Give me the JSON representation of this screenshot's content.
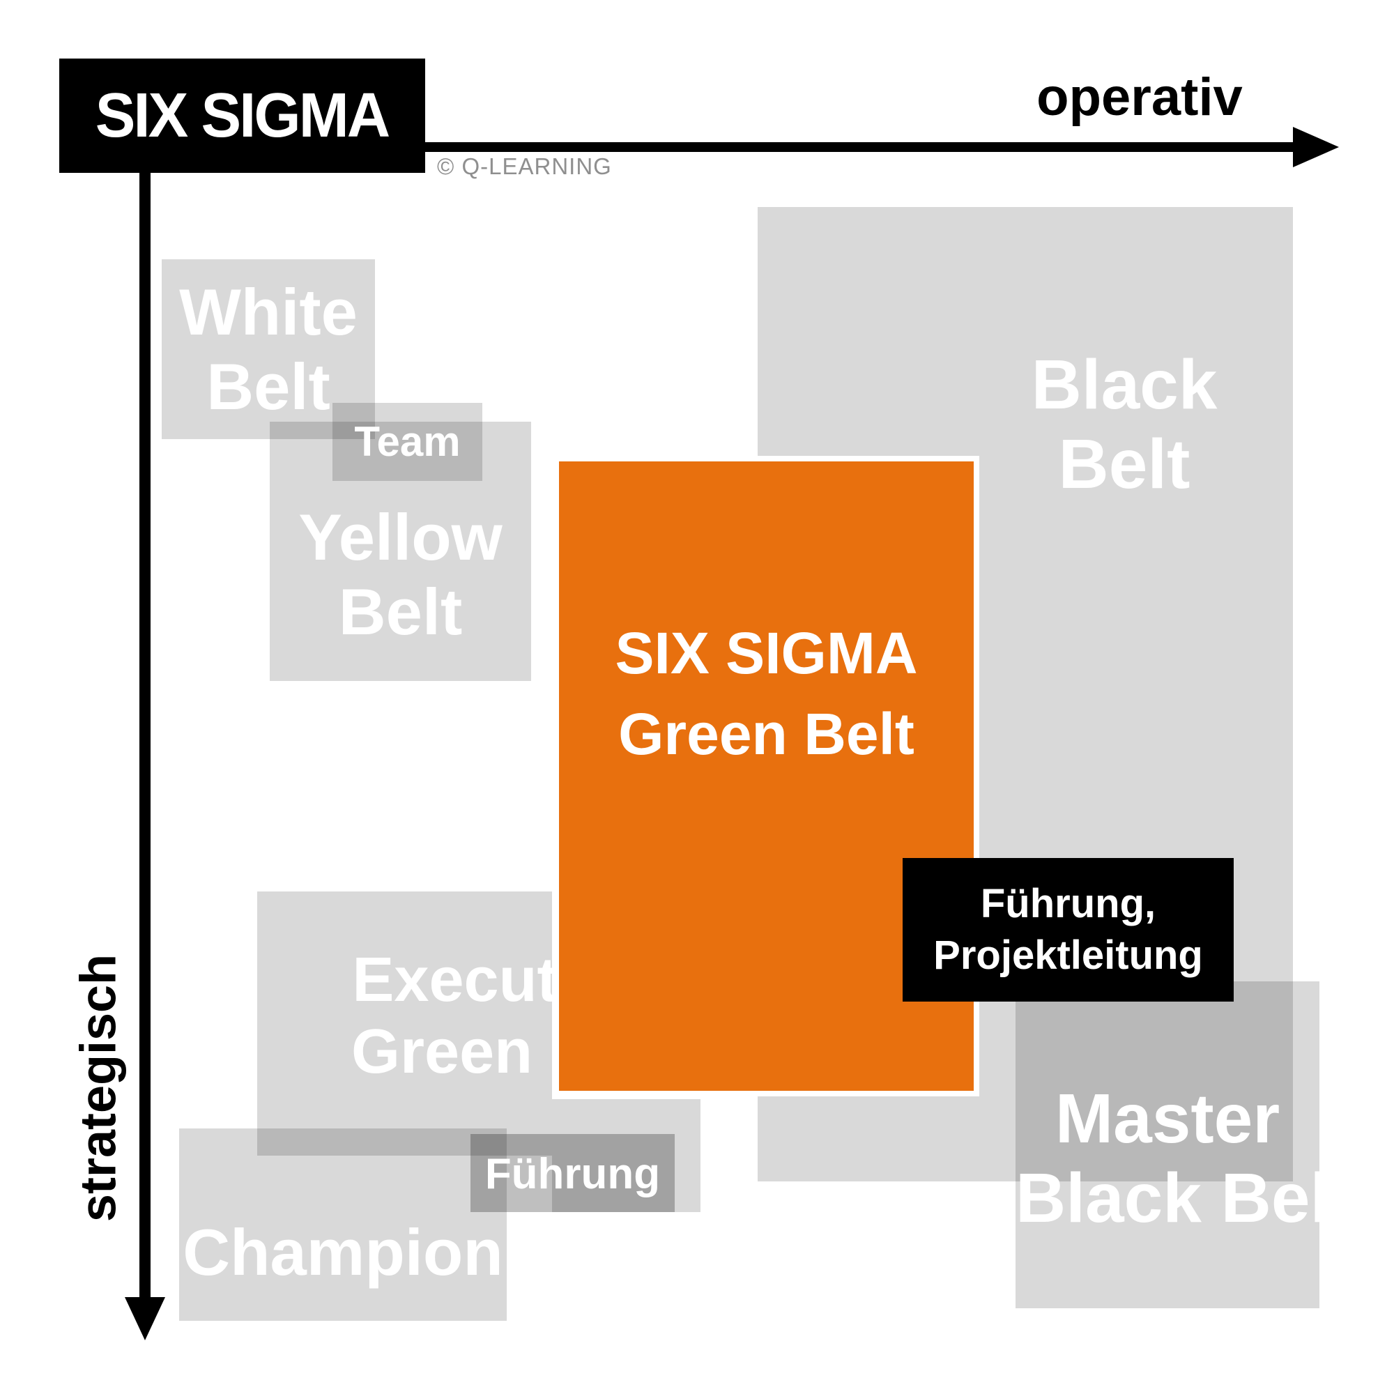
{
  "header": {
    "title": "SIX SIGMA",
    "copyright": "© Q-LEARNING"
  },
  "axes": {
    "horizontal_label": "operativ",
    "vertical_label": "strategisch"
  },
  "belts": {
    "white": {
      "line1": "White",
      "line2": "Belt"
    },
    "team": {
      "label": "Team"
    },
    "yellow": {
      "line1": "Yellow",
      "line2": "Belt"
    },
    "black": {
      "line1": "Black",
      "line2": "Belt"
    },
    "green": {
      "line1": "SIX SIGMA",
      "line2": "Green Belt"
    },
    "executive": {
      "line1": "Executive",
      "line2": "Green Belt"
    },
    "fuehrung": {
      "label": "Führung"
    },
    "champion": {
      "label": "Champion"
    },
    "master": {
      "line1": "Master",
      "line2": "Black Belt"
    }
  },
  "callout": {
    "line1": "Führung,",
    "line2": "Projektleitung"
  },
  "colors": {
    "accent_orange": "#E8700E",
    "box_gray": "#D9D9D9",
    "label_box_gray": "#BFBFBF",
    "callout_black": "#000000",
    "copyright_gray": "#8F8F8F",
    "text_white": "#FFFFFF",
    "axis_black": "#000000"
  }
}
